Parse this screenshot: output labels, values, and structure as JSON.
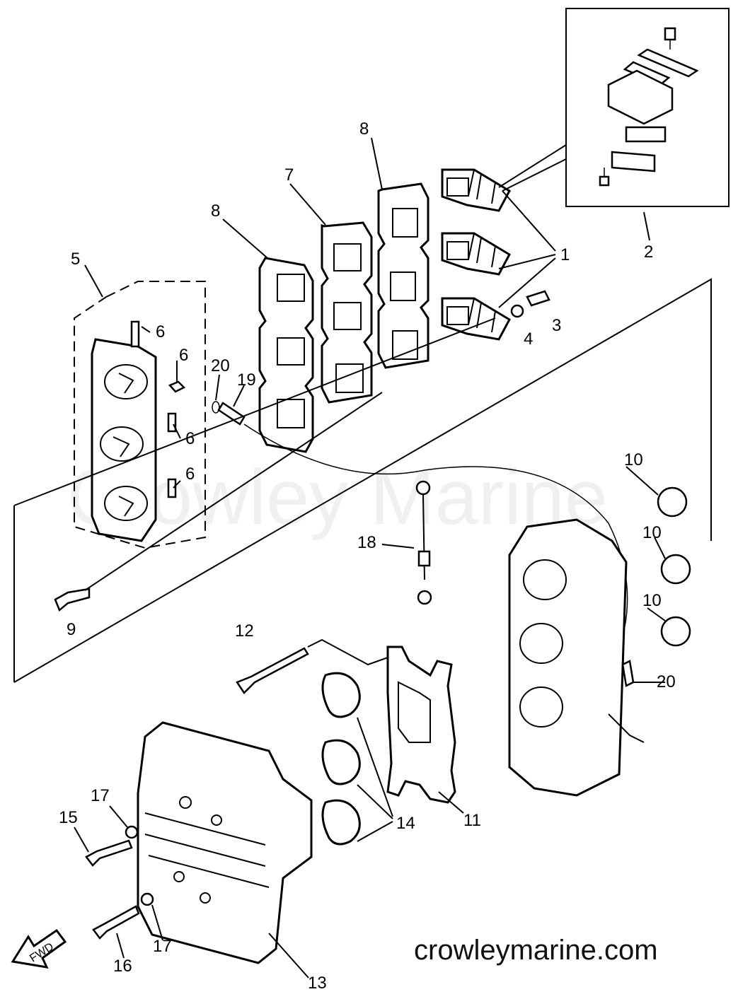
{
  "watermark": "Crowley Marine",
  "site_url": "crowleymarine.com",
  "fwd_label": "FWD",
  "callouts": {
    "c1": "1",
    "c2": "2",
    "c3": "3",
    "c4": "4",
    "c5": "5",
    "c6a": "6",
    "c6b": "6",
    "c6c": "6",
    "c6d": "6",
    "c7": "7",
    "c8a": "8",
    "c8b": "8",
    "c9": "9",
    "c10a": "10",
    "c10b": "10",
    "c10c": "10",
    "c11": "11",
    "c12": "12",
    "c13": "13",
    "c14": "14",
    "c15": "15",
    "c16": "16",
    "c17a": "17",
    "c17b": "17",
    "c18": "18",
    "c19": "19",
    "c20a": "20",
    "c20b": "20"
  }
}
